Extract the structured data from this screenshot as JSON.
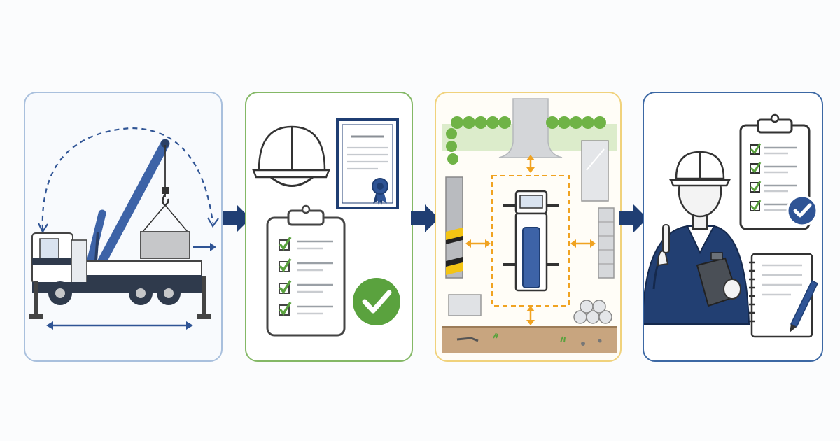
{
  "colors": {
    "navy": "#1f3e73",
    "crane_blue": "#3d63a7",
    "panel1_border": "#a9c0dd",
    "panel2_border": "#84b866",
    "panel3_border": "#f0d27c",
    "panel4_border": "#3c68a4",
    "check_green": "#5aa23e",
    "clearance_orange": "#f0a321",
    "hazard_yellow": "#f3c414",
    "soil": "#c8a57f",
    "grass": "#9ccd6d"
  },
  "steps": [
    {
      "id": "crane-capacity",
      "icons": [
        "crane-truck-icon",
        "swing-radius-arc-icon",
        "outrigger-span-arrow-icon",
        "suspended-load-icon"
      ]
    },
    {
      "id": "ppe-and-certification",
      "icons": [
        "hard-hat-icon",
        "certificate-icon",
        "checklist-clipboard-icon",
        "approved-check-icon"
      ]
    },
    {
      "id": "site-layout",
      "icons": [
        "road-icon",
        "tree-row-icon",
        "crane-top-view-icon",
        "clearance-arrow-icon",
        "barrier-icon",
        "pipe-stack-icon",
        "ground-soil-icon"
      ]
    },
    {
      "id": "briefing-and-sign-off",
      "icons": [
        "supervisor-icon",
        "signed-checklist-icon",
        "verified-badge-icon",
        "notepad-icon",
        "pen-icon"
      ]
    }
  ],
  "flow": [
    "step-1-to-2",
    "step-2-to-3",
    "step-3-to-4"
  ]
}
